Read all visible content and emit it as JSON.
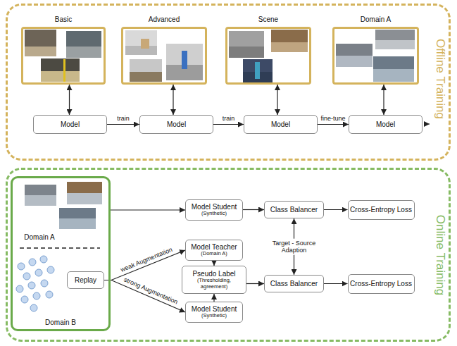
{
  "diagram": {
    "nodes": [
      {
        "text": [
          "Offline Training"
        ]
      },
      {
        "text": [
          "Basic"
        ],
        "in": 0
      },
      {
        "text": [
          "Advanced"
        ],
        "in": 0
      },
      {
        "text": [
          "Scene"
        ],
        "in": 0
      },
      {
        "text": [
          "Domain A"
        ],
        "in": 0
      },
      {
        "text": [
          "Model"
        ],
        "in": 0
      },
      {
        "text": [
          "Model"
        ],
        "in": 0
      },
      {
        "text": [
          "Model"
        ],
        "in": 0
      },
      {
        "text": [
          "Model"
        ],
        "in": 0
      },
      {
        "text": [
          "Online Training"
        ]
      },
      {
        "text": [
          "Domain A",
          "Domain B"
        ],
        "in": 9
      },
      {
        "text": [
          "Replay"
        ],
        "in": 10
      },
      {
        "text": [
          "Model Student",
          "(Synthetic)"
        ],
        "in": 9
      },
      {
        "text": [
          "Class Balancer"
        ],
        "in": 9
      },
      {
        "text": [
          "Cross-Entropy Loss"
        ],
        "in": 9
      },
      {
        "text": [
          "Model Teacher",
          "(Domain A)"
        ],
        "in": 9
      },
      {
        "text": [
          "Pseudo Label",
          "(Thresholding, agreement)"
        ],
        "in": 9
      },
      {
        "text": [
          "Class Balancer"
        ],
        "in": 9
      },
      {
        "text": [
          "Cross-Entropy Loss"
        ],
        "in": 9
      },
      {
        "text": [
          "Model Student",
          "(Synthetic)"
        ],
        "in": 9
      }
    ],
    "edges": [
      {
        "from": 1,
        "to": 5,
        "arrow": "both"
      },
      {
        "from": 2,
        "to": 6,
        "arrow": "both"
      },
      {
        "from": 3,
        "to": 7,
        "arrow": "both"
      },
      {
        "from": 4,
        "to": 8,
        "arrow": "both"
      },
      {
        "from": 5,
        "to": 6,
        "label": "train",
        "arrow": "to"
      },
      {
        "from": 6,
        "to": 7,
        "label": "train",
        "arrow": "to"
      },
      {
        "from": 7,
        "to": 8,
        "label": "fine-tune",
        "arrow": "to"
      },
      {
        "from": 10,
        "to": 12,
        "arrow": "to"
      },
      {
        "from": 12,
        "to": 13,
        "arrow": "to"
      },
      {
        "from": 13,
        "to": 14,
        "arrow": "to"
      },
      {
        "from": 11,
        "to": 15,
        "label": "weak Augmentation",
        "arrow": "to"
      },
      {
        "from": 11,
        "to": 19,
        "label": "strong Augmentation",
        "arrow": "to"
      },
      {
        "from": 15,
        "to": 16,
        "arrow": "to"
      },
      {
        "from": 19,
        "to": 16,
        "arrow": "to"
      },
      {
        "from": 16,
        "to": 17,
        "arrow": "to"
      },
      {
        "from": 17,
        "to": 18,
        "arrow": "to"
      },
      {
        "from": 13,
        "to": 17,
        "label": "Target - Source Adaption",
        "arrow": "both"
      }
    ]
  }
}
